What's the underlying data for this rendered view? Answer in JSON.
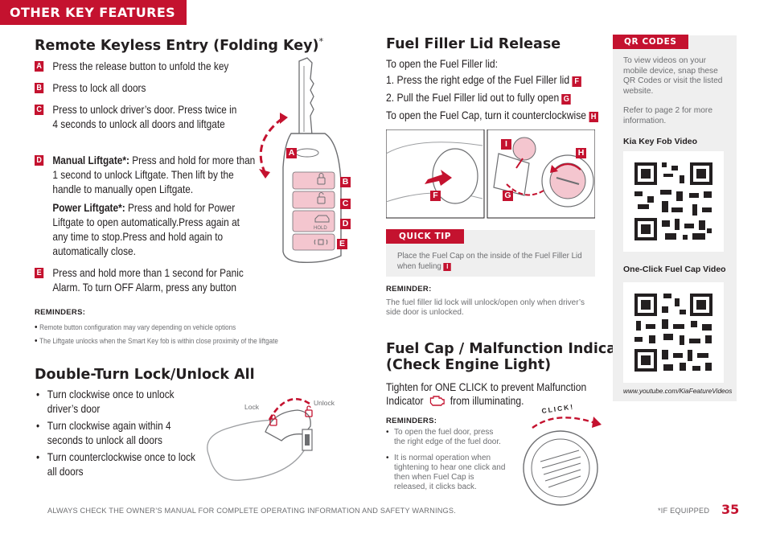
{
  "section_tab": "OTHER KEY FEATURES",
  "remote": {
    "title": "Remote Keyless Entry (Folding Key)",
    "title_mark": "*",
    "steps": [
      {
        "badge": "A",
        "text": "Press the release button to unfold the key"
      },
      {
        "badge": "B",
        "text": "Press to lock all doors"
      },
      {
        "badge": "C",
        "text": "Press to unlock driver’s door. Press twice in 4 seconds to unlock all doors and liftgate"
      },
      {
        "badge": "D",
        "label": "Manual Liftgate*:",
        "text": "Press and hold for more than 1 second to unlock Liftgate. Then lift by the handle to manually open Liftgate."
      },
      {
        "badge": "",
        "label": "Power Liftgate*:",
        "text": "Press and hold for Power Liftgate to open automatically.Press again at any time to stop.Press and hold again to automatically close."
      },
      {
        "badge": "E",
        "text": "Press and hold more than 1 second for Panic Alarm. To turn OFF Alarm, press any button"
      }
    ],
    "reminders_title": "REMINDERS:",
    "reminders": [
      "Remote button configuration may vary depending on vehicle options",
      "The Liftgate unlocks when the Smart Key fob is within close proximity of the liftgate"
    ],
    "fob_labels": {
      "a": "A",
      "b": "B",
      "c": "C",
      "d": "D",
      "e": "E",
      "hold": "HOLD"
    }
  },
  "double_turn": {
    "title": "Double-Turn Lock/Unlock All",
    "bullets": [
      "Turn clockwise once to unlock driver’s door",
      "Turn clockwise again within 4 seconds to unlock all doors",
      "Turn counterclockwise once to lock all doors"
    ],
    "lock_label": "Lock",
    "unlock_label": "Unlock"
  },
  "fuel_lid": {
    "title": "Fuel Filler Lid Release",
    "intro": "To open the Fuel Filler lid:",
    "step1": "1. Press the right edge of the Fuel Filler lid",
    "step1_badge": "F",
    "step2": "2. Pull the Fuel Filler lid out to fully open",
    "step2_badge": "G",
    "cap_text": "To open the Fuel Cap, turn it counterclockwise",
    "cap_badge": "H",
    "image_labels": {
      "f": "F",
      "g": "G",
      "h": "H",
      "i": "I"
    },
    "quick_tip_tag": "QUICK TIP",
    "quick_tip_text": "Place the Fuel Cap on the inside of the Fuel Filler Lid when fueling",
    "quick_tip_badge": "I",
    "reminder_title": "REMINDER:",
    "reminder_text": "The fuel filler lid lock will unlock/open only when driver’s side door is unlocked."
  },
  "fuel_cap": {
    "title_line1": "Fuel Cap / Malfunction Indicator",
    "title_line2": "(Check Engine Light)",
    "text_line1": "Tighten for ONE CLICK to prevent Malfunction",
    "text_line2_a": "Indicator",
    "text_line2_b": "from illuminating.",
    "reminders_title": "REMINDERS:",
    "reminders": [
      "To open the fuel door, press the right edge of the fuel door.",
      "It is normal operation when tightening to hear one click and then when Fuel Cap is released, it clicks back."
    ],
    "click_label": "CLICK!"
  },
  "qr": {
    "tag": "QR CODES",
    "intro": "To view videos on your mobile device, snap these QR Codes or visit the listed website.",
    "refer": "Refer to page 2 for more information.",
    "video1": "Kia Key Fob Video",
    "video2": "One-Click Fuel Cap Video",
    "url": "www.youtube.com/KiaFeatureVideos"
  },
  "footer": {
    "disclaimer": "ALWAYS CHECK THE OWNER’S MANUAL FOR COMPLETE OPERATING INFORMATION AND SAFETY WARNINGS.",
    "if_equipped": "*IF EQUIPPED",
    "page_number": "35"
  },
  "colors": {
    "accent": "#c4122f",
    "fob_buttons": "#f4c6cf",
    "panel_grey": "#efefef",
    "text_grey": "#6d6e71"
  }
}
